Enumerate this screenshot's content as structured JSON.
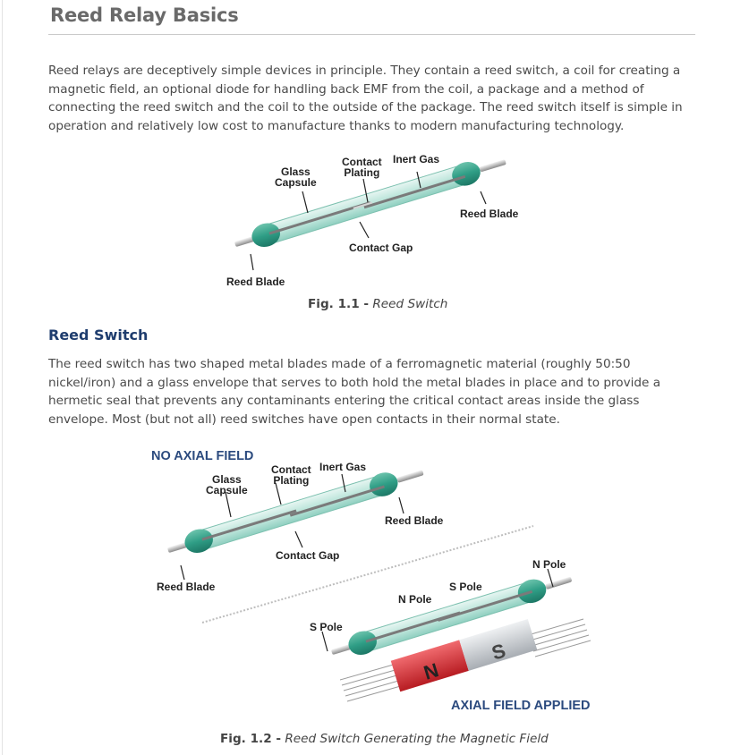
{
  "page": {
    "title": "Reed Relay Basics",
    "intro": "Reed relays are deceptively simple devices in principle. They contain a reed switch, a coil for creating a magnetic field, an optional diode for handling back EMF from the coil, a package and a method of connecting the reed switch and the coil to the outside of the package. The reed switch itself is simple in operation and relatively low cost to manufacture thanks to modern manufacturing technology."
  },
  "figure1": {
    "labels": {
      "glass_capsule": "Glass\nCapsule",
      "contact_plating": "Contact\nPlating",
      "inert_gas": "Inert Gas",
      "reed_blade_right": "Reed Blade",
      "contact_gap": "Contact Gap",
      "reed_blade_left": "Reed Blade"
    },
    "caption_num": "Fig. 1.1 -",
    "caption_text": "Reed Switch"
  },
  "section": {
    "heading": "Reed Switch",
    "body": "The reed switch has two shaped metal blades made of a ferromagnetic material (roughly 50:50 nickel/iron) and a glass envelope that serves to both hold the metal blades in place and to provide a hermetic seal that prevents any contaminants entering the critical contact areas inside the glass envelope. Most (but not all) reed switches have open contacts in their normal state."
  },
  "figure2": {
    "no_axial_field": "NO AXIAL FIELD",
    "axial_field_applied": "AXIAL FIELD APPLIED",
    "labels": {
      "glass_capsule": "Glass\nCapsule",
      "contact_plating": "Contact\nPlating",
      "inert_gas": "Inert Gas",
      "reed_blade_right": "Reed Blade",
      "contact_gap": "Contact Gap",
      "reed_blade_left": "Reed Blade",
      "n_pole_right": "N Pole",
      "s_pole_mid": "S Pole",
      "n_pole_mid": "N Pole",
      "s_pole_left": "S Pole",
      "magnet_n": "N",
      "magnet_s": "S"
    },
    "caption_num": "Fig. 1.2 -",
    "caption_text": "Reed Switch Generating the Magnetic Field"
  },
  "colors": {
    "heading_blue": "#1f3d6e",
    "label_blue": "#2b4a7e",
    "glass_green": "#2f9e86",
    "magnet_red": "#d8262d",
    "magnet_gray": "#c9cdd2"
  }
}
